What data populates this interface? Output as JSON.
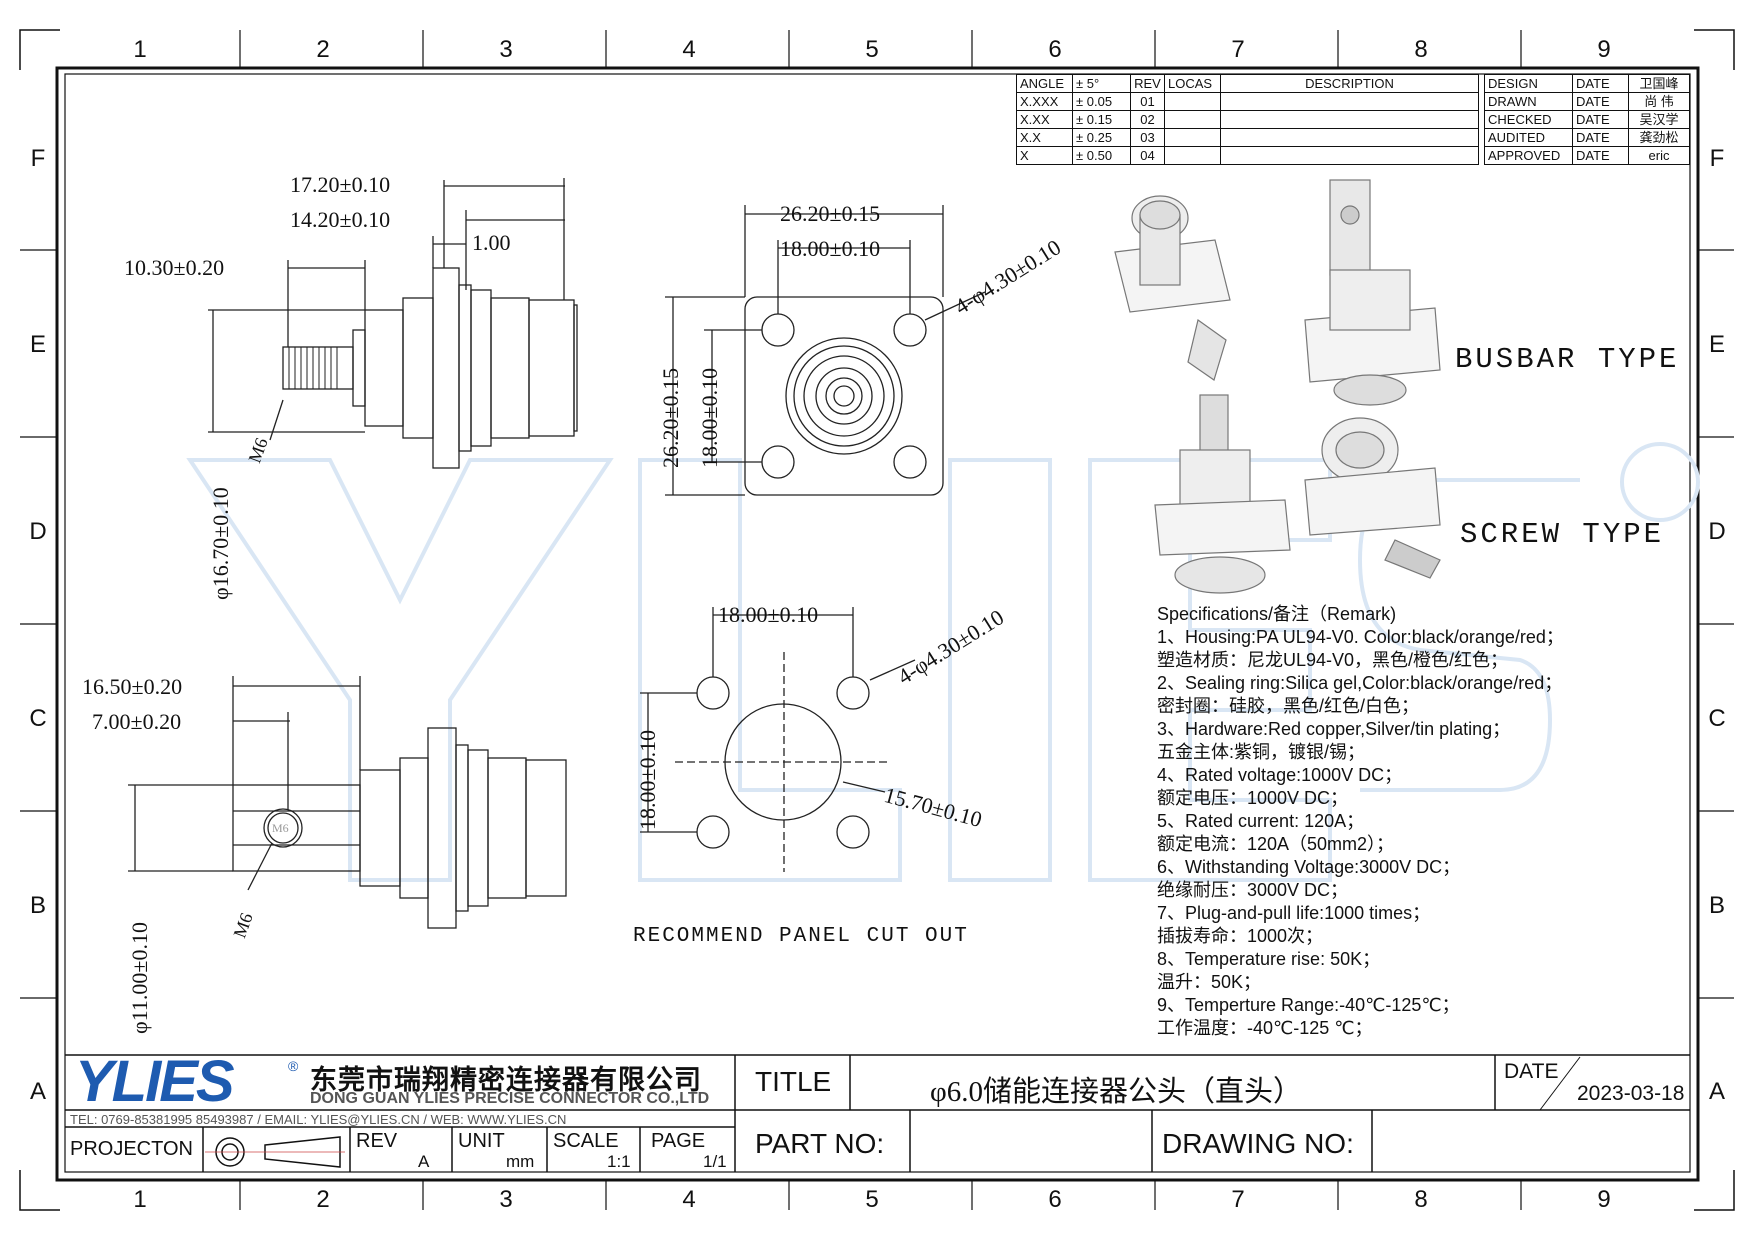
{
  "zones": {
    "columns": [
      "1",
      "2",
      "3",
      "4",
      "5",
      "6",
      "7",
      "8",
      "9"
    ],
    "rows": [
      "F",
      "E",
      "D",
      "C",
      "B",
      "A"
    ]
  },
  "tolerance_table": [
    {
      "label": "ANGLE",
      "value": "± 5°",
      "rev": "REV",
      "locas": "LOCAS",
      "desc": "DESCRIPTION"
    },
    {
      "label": "X.XXX",
      "value": "± 0.05",
      "rev": "01",
      "locas": "",
      "desc": ""
    },
    {
      "label": "X.XX",
      "value": "± 0.15",
      "rev": "02",
      "locas": "",
      "desc": ""
    },
    {
      "label": "X.X",
      "value": "± 0.25",
      "rev": "03",
      "locas": "",
      "desc": ""
    },
    {
      "label": "X",
      "value": "± 0.50",
      "rev": "04",
      "locas": "",
      "desc": ""
    }
  ],
  "signoff_table": [
    {
      "role": "DESIGN",
      "date": "DATE",
      "name": "卫国峰"
    },
    {
      "role": "DRAWN",
      "date": "DATE",
      "name": "尚 伟"
    },
    {
      "role": "CHECKED",
      "date": "DATE",
      "name": "吴汉学"
    },
    {
      "role": "AUDITED",
      "date": "DATE",
      "name": "龚劲松"
    },
    {
      "role": "APPROVED",
      "date": "DATE",
      "name": "eric"
    }
  ],
  "dimensions": {
    "side_top": {
      "d1": "17.20±0.10",
      "d2": "14.20±0.10",
      "d3": "1.00",
      "d4": "10.30±0.20",
      "dia": "φ16.70±0.10",
      "thread": "M6"
    },
    "front": {
      "w1": "26.20±0.15",
      "w2": "18.00±0.10",
      "h1": "26.20±0.15",
      "h2": "18.00±0.10",
      "holes": "4-φ4.30±0.10"
    },
    "cutout": {
      "w": "18.00±0.10",
      "h": "18.00±0.10",
      "holes": "4-φ4.30±0.10",
      "center": "15.70±0.10",
      "caption": "RECOMMEND PANEL CUT OUT"
    },
    "side_bottom": {
      "d1": "16.50±0.20",
      "d2": "7.00±0.20",
      "dia": "φ11.00±0.10",
      "thread": "M6",
      "thread_inner": "M6"
    }
  },
  "types": {
    "busbar": "BUSBAR TYPE",
    "screw": "SCREW TYPE"
  },
  "watermark": {
    "text": "YLIES",
    "mark": "®"
  },
  "specs": {
    "heading": "Specifications/备注（Remark)",
    "lines": [
      "1、Housing:PA UL94-V0. Color:black/orange/red；",
      "    塑造材质：尼龙UL94-V0，黑色/橙色/红色；",
      "2、Sealing ring:Silica gel,Color:black/orange/red；",
      "    密封圈：硅胶，黑色/红色/白色；",
      "3、Hardware:Red copper,Silver/tin plating；",
      "    五金主体:紫铜，镀银/锡；",
      "4、Rated voltage:1000V DC；",
      "    额定电压：1000V DC；",
      "5、Rated current: 120A；",
      "    额定电流：120A（50mm2）；",
      "6、Withstanding Voltage:3000V DC；",
      "    绝缘耐压：3000V DC；",
      "7、Plug-and-pull life:1000  times；",
      "    插拔寿命：1000次；",
      "8、Temperature rise: 50K；",
      "    温升：50K；",
      "9、Temperture Range:-40℃-125℃；",
      "    工作温度：-40℃-125 ℃；"
    ]
  },
  "title_block": {
    "logo": "YLIES",
    "logo_mark": "®",
    "company_cn": "东莞市瑞翔精密连接器有限公司",
    "company_en": "DONG GUAN YLIES PRECISE CONNECTOR CO.,LTD",
    "contact": "TEL: 0769-85381995 85493987  /  EMAIL: YLIES@YLIES.CN  /  WEB: WWW.YLIES.CN",
    "title_label": "TITLE",
    "title_value": "φ6.0储能连接器公头（直头）",
    "date_label": "DATE",
    "date_value": "2023-03-18",
    "projection_label": "PROJECTON",
    "rev_label": "REV",
    "rev_value": "A",
    "unit_label": "UNIT",
    "unit_value": "mm",
    "scale_label": "SCALE",
    "scale_value": "1:1",
    "page_label": "PAGE",
    "page_value": "1/1",
    "part_no_label": "PART NO:",
    "part_no_value": "",
    "drawing_no_label": "DRAWING NO:",
    "drawing_no_value": ""
  },
  "colors": {
    "line": "#111111",
    "logo_blue": "#1e5bb0",
    "watermark": "#d9e6f4"
  }
}
